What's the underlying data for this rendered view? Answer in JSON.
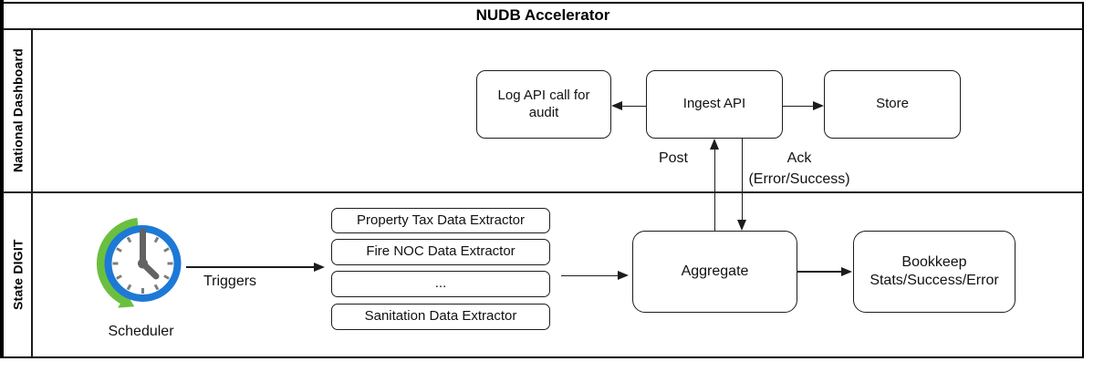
{
  "title": "NUDB Accelerator",
  "lane1": {
    "label": "National Dashboard",
    "log_api_line1": "Log API call for",
    "log_api_line2": "audit",
    "ingest_api": "Ingest API",
    "store": "Store"
  },
  "lane2": {
    "label": "State DIGIT",
    "scheduler_caption": "Scheduler",
    "extractors": [
      "Property Tax Data Extractor",
      "Fire NOC Data Extractor",
      "...",
      "Sanitation Data Extractor"
    ],
    "aggregate": "Aggregate",
    "bookkeep_line1": "Bookkeep",
    "bookkeep_line2": "Stats/Success/Error"
  },
  "edge_labels": {
    "triggers": "Triggers",
    "post": "Post",
    "ack": "Ack",
    "ack_detail": "(Error/Success)"
  },
  "icons": {
    "scheduler": "clock-with-green-refresh-arrow"
  },
  "colors": {
    "clock_ring": "#1d79d6",
    "refresh_arrow": "#6abf3f",
    "clock_hands": "#636363",
    "stroke": "#1c1c1c"
  }
}
